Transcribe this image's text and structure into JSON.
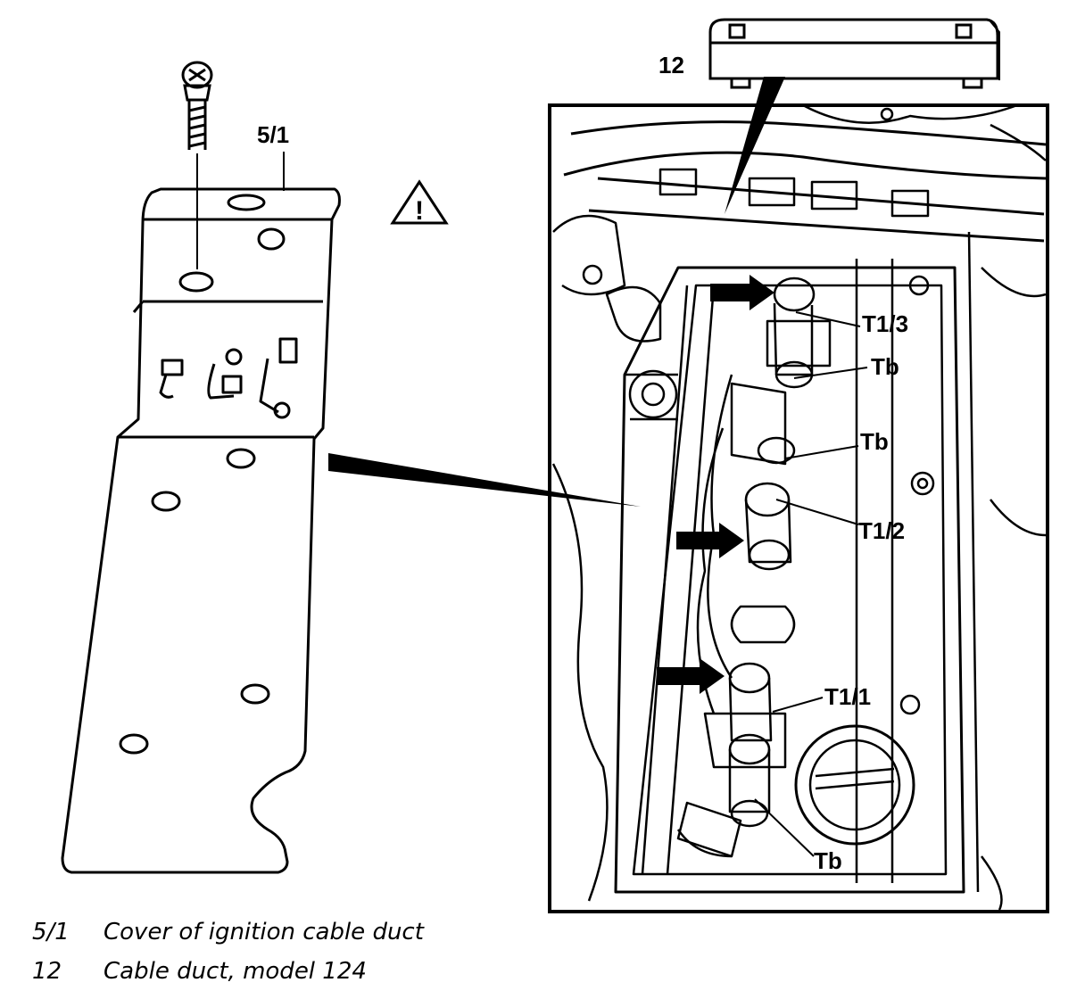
{
  "labels": {
    "cover": "5/1",
    "duct": "12",
    "coil3": "T1/3",
    "coil2": "T1/2",
    "coil1": "T1/1",
    "tb": "Tb"
  },
  "warning_symbol": "!",
  "legend": [
    {
      "code": "5/1",
      "text": "Cover of ignition cable duct"
    },
    {
      "code": "12",
      "text": "Cable duct, model 124"
    }
  ]
}
